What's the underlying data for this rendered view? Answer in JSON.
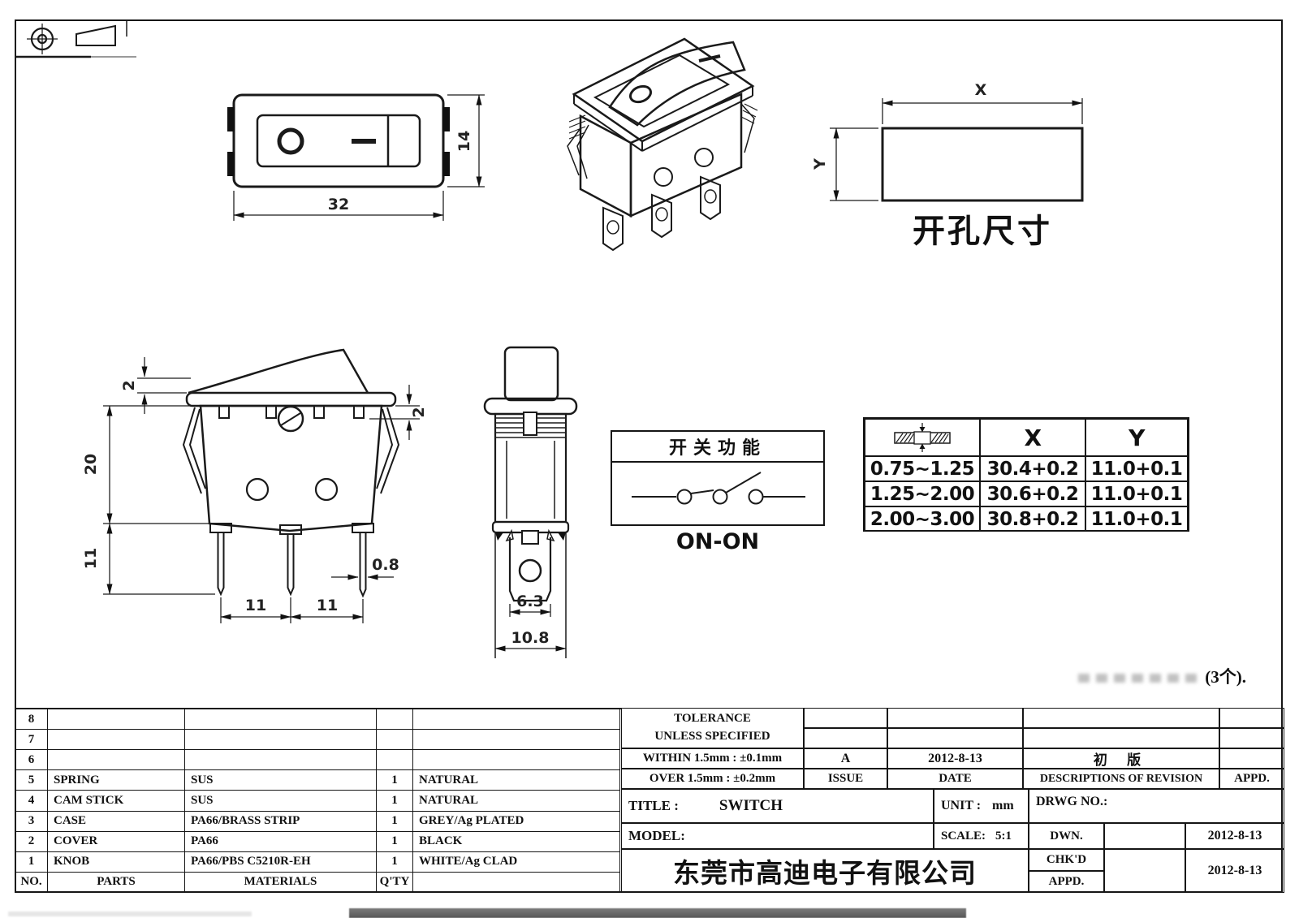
{
  "front_view": {
    "dim_width": "32",
    "dim_height": "14"
  },
  "cutout_view": {
    "label_x": "X",
    "label_y": "Y",
    "caption": "开孔尺寸"
  },
  "side_view": {
    "dim_plate": "2",
    "dim_body": "20",
    "dim_pin_len": "11",
    "dim_tab": "2",
    "dim_pin_w": "0.8",
    "dim_pitch_a": "11",
    "dim_pitch_b": "11"
  },
  "end_view": {
    "dim_terminal": "6.3",
    "dim_housing": "10.8"
  },
  "function_box": {
    "header": "开关功能",
    "mode": "ON-ON"
  },
  "panel_table": {
    "col_x": "X",
    "col_y": "Y",
    "rows": [
      {
        "thickness": "0.75~1.25",
        "x": "30.4+0.2",
        "y": "11.0+0.1"
      },
      {
        "thickness": "1.25~2.00",
        "x": "30.6+0.2",
        "y": "11.0+0.1"
      },
      {
        "thickness": "2.00~3.00",
        "x": "30.8+0.2",
        "y": "11.0+0.1"
      }
    ]
  },
  "note": {
    "text": "(3个)."
  },
  "parts_table": {
    "rows": [
      {
        "no": "8",
        "part": "",
        "material": "",
        "qty": "",
        "color": ""
      },
      {
        "no": "7",
        "part": "",
        "material": "",
        "qty": "",
        "color": ""
      },
      {
        "no": "6",
        "part": "",
        "material": "",
        "qty": "",
        "color": ""
      },
      {
        "no": "5",
        "part": "SPRING",
        "material": "SUS",
        "qty": "1",
        "color": "NATURAL"
      },
      {
        "no": "4",
        "part": "CAM STICK",
        "material": "SUS",
        "qty": "1",
        "color": "NATURAL"
      },
      {
        "no": "3",
        "part": "CASE",
        "material": "PA66/BRASS STRIP",
        "qty": "1",
        "color": "GREY/Ag PLATED"
      },
      {
        "no": "2",
        "part": "COVER",
        "material": "PA66",
        "qty": "1",
        "color": "BLACK"
      },
      {
        "no": "1",
        "part": "KNOB",
        "material": "PA66/PBS C5210R-EH",
        "qty": "1",
        "color": "WHITE/Ag CLAD"
      }
    ],
    "footer": {
      "no": "NO.",
      "parts": "PARTS",
      "materials": "MATERIALS",
      "qty": "Q'TY"
    }
  },
  "title_block": {
    "tolerance1": "TOLERANCE",
    "tolerance2": "UNLESS  SPECIFIED",
    "within": "WITHIN 1.5mm : ±0.1mm",
    "over": "OVER 1.5mm : ±0.2mm",
    "issue_value": "A",
    "issue_label": "ISSUE",
    "date_value": "2012-8-13",
    "date_label": "DATE",
    "revision_value": "初  版",
    "revision_label": "DESCRIPTIONS  OF  REVISION",
    "appd_label": "APPD.",
    "title_label": "TITLE :",
    "title_value": "SWITCH",
    "unit_label": "UNIT :",
    "unit_value": "mm",
    "drwg_label": "DRWG  NO.:",
    "model_label": "MODEL:",
    "scale_label": "SCALE:",
    "scale_value": "5:1",
    "dwn_label": "DWN.",
    "dwn_date": "2012-8-13",
    "chkd_label": "CHK'D",
    "appd2_label": "APPD.",
    "chk_appd_date": "2012-8-13",
    "company": "东莞市高迪电子有限公司"
  }
}
